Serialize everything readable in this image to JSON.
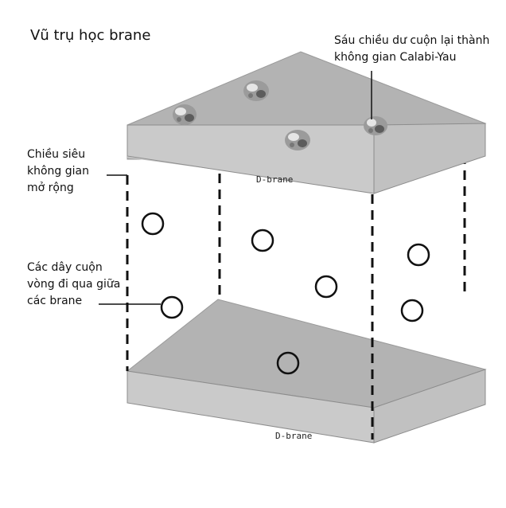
{
  "title": "Vũ trụ học brane",
  "labels": {
    "calabi_line1": "Sáu chiều dư cuộn lại thành",
    "calabi_line2": "không gian Calabi-Yau",
    "hyper_line1": "Chiều siêu",
    "hyper_line2": "không gian",
    "hyper_line3": "mở rộng",
    "strings_line1": "Các dây cuộn",
    "strings_line2": "vòng đi qua giữa",
    "strings_line3": "các brane",
    "brane_top": "D-brane",
    "brane_bottom": "D-brane"
  },
  "colors": {
    "brane_top_face": "#b4b4b4",
    "brane_front_face": "#c9c9c9",
    "brane_edge": "#8c8c8c",
    "line": "#111111"
  },
  "icons": [
    "calabi-yau-manifold-icon",
    "closed-string-loop-icon"
  ]
}
